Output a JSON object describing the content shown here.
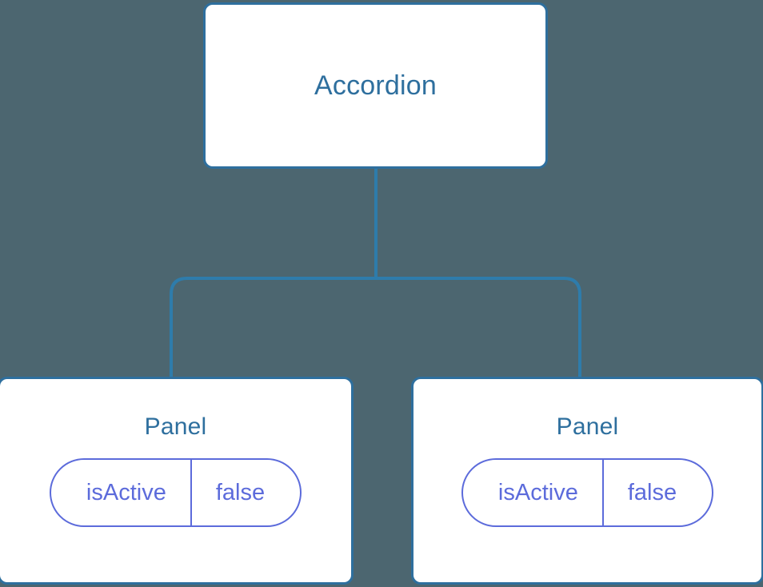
{
  "diagram": {
    "type": "component-tree",
    "background_color": "#4c6670",
    "node_fill_color": "#ffffff",
    "node_border_color": "#2e6f9e",
    "node_title_color": "#2e6f9e",
    "connector_color": "#2e7cab",
    "prop_color": "#5c6bdb",
    "root": {
      "id": "accordion",
      "label": "Accordion",
      "props": []
    },
    "children": [
      {
        "id": "panel-left",
        "label": "Panel",
        "props": [
          {
            "key": "isActive",
            "value": "false"
          }
        ]
      },
      {
        "id": "panel-right",
        "label": "Panel",
        "props": [
          {
            "key": "isActive",
            "value": "false"
          }
        ]
      }
    ],
    "edges": [
      {
        "from": "accordion",
        "to": "panel-left"
      },
      {
        "from": "accordion",
        "to": "panel-right"
      }
    ]
  }
}
